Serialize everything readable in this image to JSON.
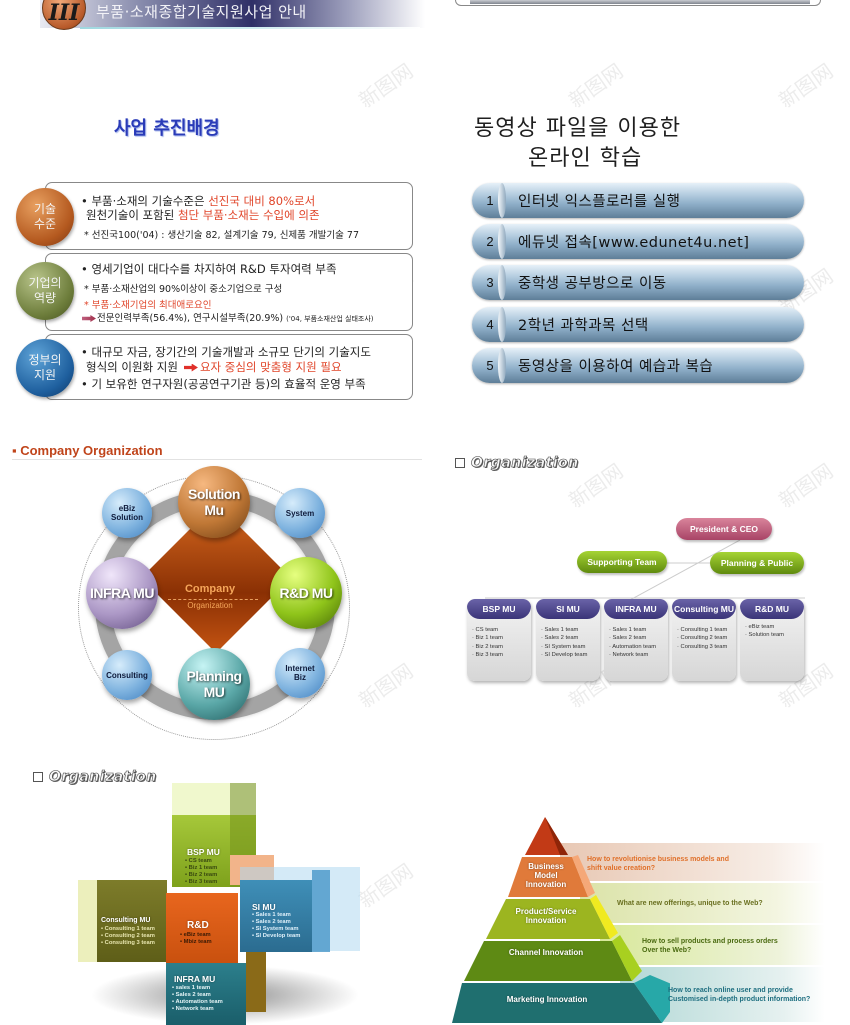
{
  "header": {
    "badge": "III",
    "title": "부품·소재종합기술지원사업 안내"
  },
  "background_panel": {
    "title": "사업 추진배경",
    "rows": [
      {
        "circle_label": [
          "기술",
          "수준"
        ],
        "circle_color": "#b4591f",
        "lines": [
          {
            "text": "• 부품·소재의 기술수준은 ",
            "highlight": "선진국 대비 80%로서"
          },
          {
            "text": "원천기술이 포함된 ",
            "highlight": "첨단 부품·소재는 수입에 의존"
          },
          {
            "text": "* 선진국100('04) : 생산기술 82, 설계기술 79, 신제품 개발기술 77"
          }
        ]
      },
      {
        "circle_label": [
          "기업의",
          "역량"
        ],
        "circle_color": "#6d7d3b",
        "lines": [
          {
            "text": "• 영세기업이 대다수를 차지하여 R&D 투자여력 부족"
          },
          {
            "text": "* 부품·소재산업의 90%이상이 중소기업으로 구성"
          },
          {
            "highlight": "* 부품·소재기업의 최대애로요인"
          },
          {
            "text": "전문인력부족(56.4%), 연구시설부족(20.9%)",
            "note": "('04, 부품소재산업 실태조사)"
          }
        ]
      },
      {
        "circle_label": [
          "정부의",
          "지원"
        ],
        "circle_color": "#1e5f9e",
        "lines": [
          {
            "text": "• 대규모 자금, 장기간의 기술개발과 소규모 단기의 기술지도"
          },
          {
            "text": "형식의 이원화 지원",
            "highlight": "요자 중심의 맞춤형 지원 필요"
          },
          {
            "text": "• 기 보유한 연구자원(공공연구기관 등)의 효율적 운영 부족"
          }
        ]
      }
    ]
  },
  "online_learning": {
    "title_line1": "동영상 파일을 이용한",
    "title_line2": "온라인 학습",
    "steps": [
      {
        "num": "1",
        "label": "인터넷 익스플로러를 실행"
      },
      {
        "num": "2",
        "label": "에듀넷 접속[www.edunet4u.net]"
      },
      {
        "num": "3",
        "label": "중학생 공부방으로 이동"
      },
      {
        "num": "4",
        "label": "2학년 과학과목 선택"
      },
      {
        "num": "5",
        "label": "동영상을 이용하여 예습과 복습"
      }
    ]
  },
  "company_org": {
    "title": "▪ Company Organization",
    "center_line1": "Company",
    "center_line2": "Organization",
    "major_units": [
      "Solution Mu",
      "R&D MU",
      "Planning MU",
      "INFRA MU"
    ],
    "minor_units": [
      "eBiz\nSolution",
      "System",
      "Internet\nBiz",
      "Consulting"
    ]
  },
  "org_chart": {
    "title": "Organization",
    "ceo": "President & CEO",
    "staff": [
      "Supporting Team",
      "Planning & Public"
    ],
    "units": [
      {
        "name": "BSP MU",
        "teams": [
          "CS team",
          "Biz 1 team",
          "Biz 2 team",
          "Biz 3 team"
        ]
      },
      {
        "name": "SI MU",
        "teams": [
          "Sales 1 team",
          "Sales 2 team",
          "SI System team",
          "SI Develop team"
        ]
      },
      {
        "name": "INFRA MU",
        "teams": [
          "Sales 1 team",
          "Sales 2 team",
          "Automation team",
          "Network team"
        ]
      },
      {
        "name": "Consulting MU",
        "teams": [
          "Consulting 1 team",
          "Consulting 2 team",
          "Consulting 3 team"
        ]
      },
      {
        "name": "R&D MU",
        "teams": [
          "eBiz team",
          "Solution team"
        ]
      }
    ]
  },
  "cube_org": {
    "title": "Organization",
    "bsp": {
      "name": "BSP MU",
      "teams": [
        "CS team",
        "Biz 1 team",
        "Biz 2 team",
        "Biz 3 team"
      ]
    },
    "consulting": {
      "name": "Consulting MU",
      "teams": [
        "Consulting 1 team",
        "Consulting 2 team",
        "Consulting 3 team"
      ]
    },
    "rd": {
      "name": "R&D",
      "teams": [
        "eBiz team",
        "Mbiz team"
      ]
    },
    "si": {
      "name": "SI MU",
      "teams": [
        "Sales 1 team",
        "Sales 2 team",
        "SI System team",
        "SI Develop team"
      ]
    },
    "infra": {
      "name": "INFRA MU",
      "teams": [
        "sales 1 team",
        "Sales 2 team",
        "Automation team",
        "Network team"
      ]
    }
  },
  "pyramid": {
    "levels": [
      {
        "label": "Business\nModel\nInnovation",
        "question": "How to revolutionise business models and\nshift value creation?",
        "color": "#e07a3a"
      },
      {
        "label": "Product/Service\nInnovation",
        "question": "What are new offerings, unique to the Web?",
        "color": "#9cb520"
      },
      {
        "label": "Channel Innovation",
        "question": "How to sell products and process orders\nOver the Web?",
        "color": "#5e8a14"
      },
      {
        "label": "Marketing Innovation",
        "question": "How to reach online user and provide\nCustomised in-depth product information?",
        "color": "#1f6f6f"
      }
    ]
  },
  "watermark": "新图网"
}
